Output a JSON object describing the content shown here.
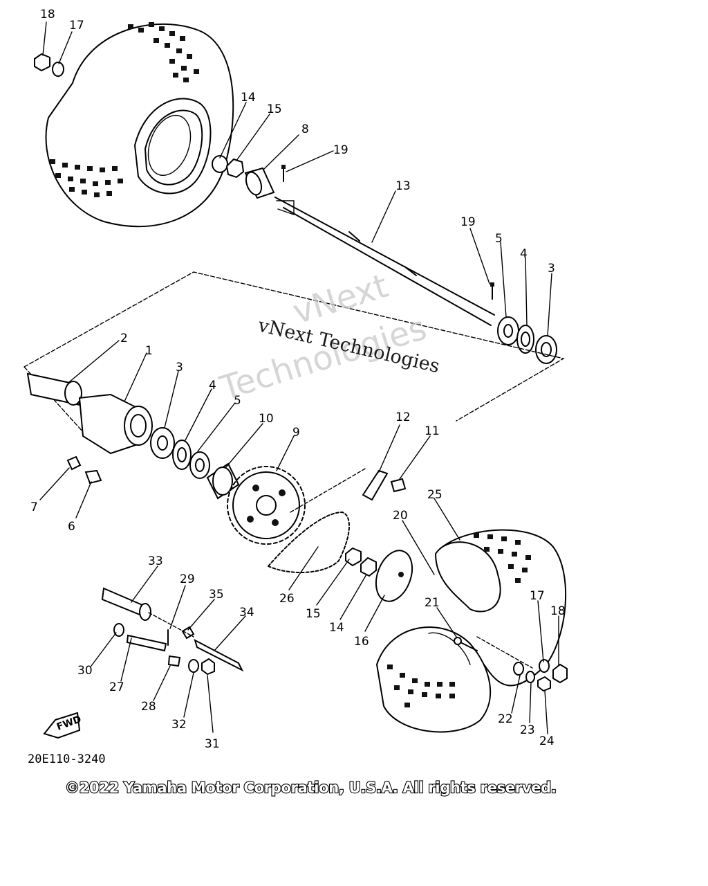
{
  "diagram": {
    "part_numbers": [
      "18",
      "17",
      "14",
      "15",
      "8",
      "19",
      "13",
      "19",
      "5",
      "4",
      "3",
      "2",
      "1",
      "3",
      "4",
      "5",
      "10",
      "9",
      "12",
      "11",
      "7",
      "6",
      "20",
      "25",
      "33",
      "29",
      "35",
      "34",
      "26",
      "15",
      "14",
      "16",
      "21",
      "17",
      "18",
      "30",
      "27",
      "28",
      "32",
      "31",
      "22",
      "23",
      "24"
    ],
    "drawing_code": "20E110-3240",
    "fwd_label": "FWD",
    "copyright": "©2022 Yamaha Motor Corporation, U.S.A. All rights reserved.",
    "watermark_large_line1": "vNext",
    "watermark_large_line2": "Technologies",
    "watermark_small": "vNext Technologies"
  }
}
